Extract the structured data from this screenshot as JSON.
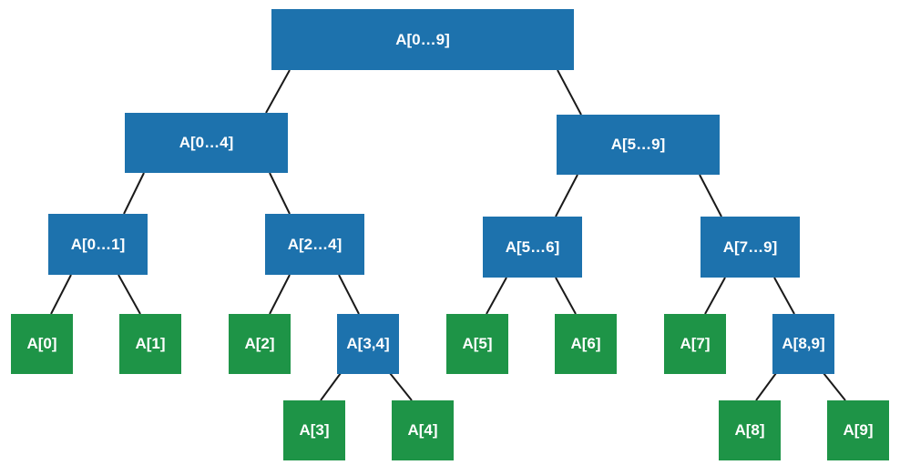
{
  "colors": {
    "internal": "#1d72ad",
    "leaf": "#1e9447",
    "edge": "#1a1a1a"
  },
  "nodes": {
    "n09": "A[0…9]",
    "n04": "A[0…4]",
    "n59": "A[5…9]",
    "n01": "A[0…1]",
    "n24": "A[2…4]",
    "n56": "A[5…6]",
    "n79": "A[7…9]",
    "l0": "A[0]",
    "l1": "A[1]",
    "l2": "A[2]",
    "n34": "A[3,4]",
    "l5": "A[5]",
    "l6": "A[6]",
    "l7": "A[7]",
    "n89": "A[8,9]",
    "l3": "A[3]",
    "l4": "A[4]",
    "l8": "A[8]",
    "l9": "A[9]"
  }
}
